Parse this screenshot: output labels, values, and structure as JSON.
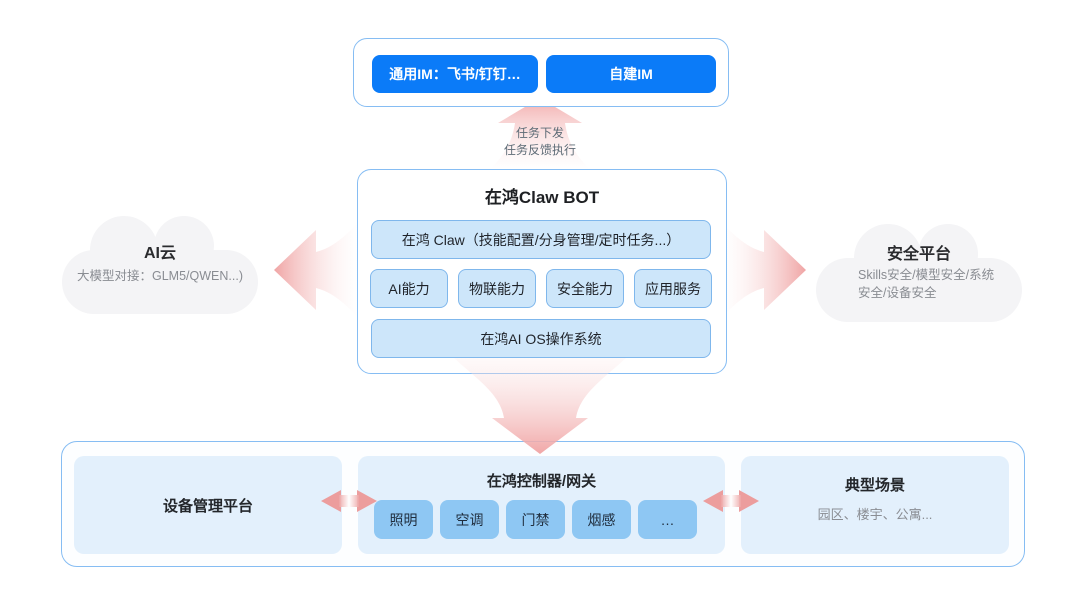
{
  "colors": {
    "accent_blue": "#0b7bf8",
    "container_border_blue": "#86bdf3",
    "inner_box_fill": "#cde6fa",
    "inner_box_border": "#7fb7ec",
    "panel_fill": "#e3f0fc",
    "device_button_fill": "#8ec7f3",
    "cloud_fill": "#f4f4f6",
    "arrow_pink": "#f0a2a2"
  },
  "im_layer": {
    "buttons": [
      {
        "label": "通用IM：飞书/钉钉…"
      },
      {
        "label": "自建IM"
      }
    ]
  },
  "task_arrow": {
    "line1": "任务下发",
    "line2": "任务反馈执行"
  },
  "bot": {
    "title": "在鸿Claw BOT",
    "claw_bar": "在鸿 Claw（技能配置/分身管理/定时任务...）",
    "capabilities": [
      "AI能力",
      "物联能力",
      "安全能力",
      "应用服务"
    ],
    "os_bar": "在鸿AI OS操作系统"
  },
  "ai_cloud": {
    "title": "AI云",
    "subtitle": "大模型对接：GLM5/QWEN...)"
  },
  "security_cloud": {
    "title": "安全平台",
    "subtitle_line1": "Skills安全/模型安全/系统",
    "subtitle_line2": "安全/设备安全"
  },
  "bottom": {
    "device_platform": {
      "title": "设备管理平台"
    },
    "controller": {
      "title": "在鸿控制器/网关",
      "devices": [
        "照明",
        "空调",
        "门禁",
        "烟感",
        "…"
      ]
    },
    "scenes": {
      "title": "典型场景",
      "subtitle": "园区、楼宇、公寓..."
    }
  }
}
